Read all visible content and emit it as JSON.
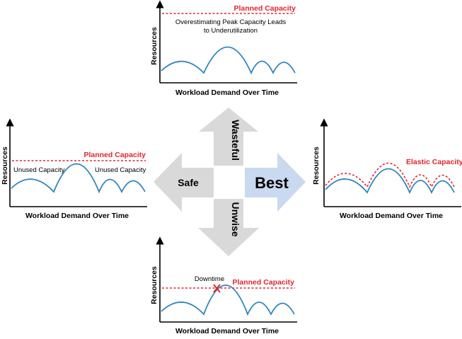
{
  "colors": {
    "curve": "#2f86c0",
    "planned": "#e3252d",
    "arrow_gray": "#d9d9d9",
    "arrow_best": "#c9d9f0"
  },
  "arrows": {
    "up": "Wasteful",
    "down": "Unwise",
    "left": "Safe",
    "right": "Best"
  },
  "panels": {
    "top": {
      "ylabel": "Resources",
      "xlabel": "Workload Demand Over Time",
      "capacity_label": "Planned Capacity",
      "note_line1": "Overestimating Peak Capacity Leads",
      "note_line2": "to Underutilization"
    },
    "left": {
      "ylabel": "Resources",
      "xlabel": "Workload Demand Over Time",
      "capacity_label": "Planned Capacity",
      "note_left": "Unused Capacity",
      "note_right": "Unused Capacity"
    },
    "right": {
      "ylabel": "Resources",
      "xlabel": "Workload Demand Over Time",
      "capacity_label": "Elastic Capacity"
    },
    "bottom": {
      "ylabel": "Resources",
      "xlabel": "Workload Demand Over Time",
      "capacity_label": "Planned Capacity",
      "note": "Downtime"
    }
  }
}
